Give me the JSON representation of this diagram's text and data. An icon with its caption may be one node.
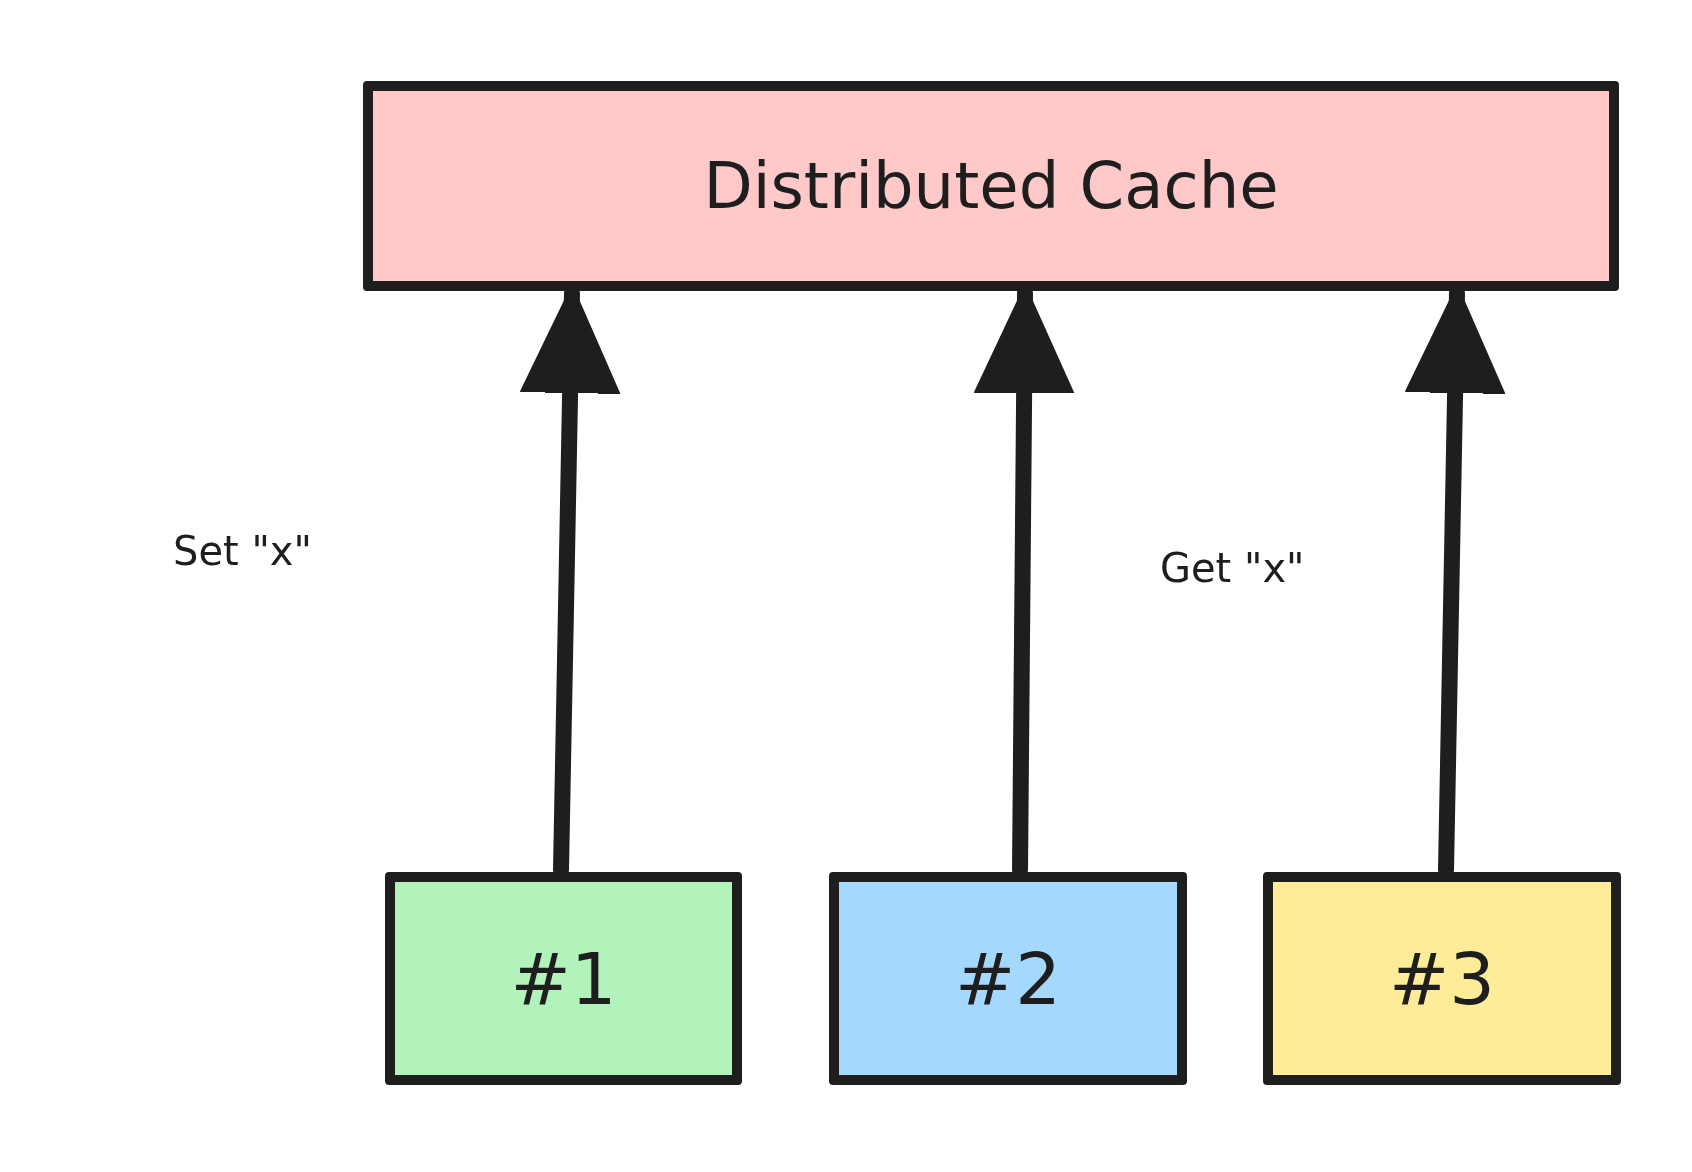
{
  "diagram": {
    "nodes": [
      {
        "text": [
          "Distributed Cache"
        ]
      },
      {
        "text": [
          "#1"
        ]
      },
      {
        "text": [
          "#2"
        ]
      },
      {
        "text": [
          "#3"
        ]
      }
    ],
    "edges": [
      {
        "from": 1,
        "to": 0,
        "arrow": "to"
      },
      {
        "from": 2,
        "to": 0,
        "arrow": "to"
      },
      {
        "from": 3,
        "to": 0,
        "arrow": "to"
      }
    ],
    "labels": [
      "Set \"x\"",
      "Get \"x\""
    ]
  }
}
